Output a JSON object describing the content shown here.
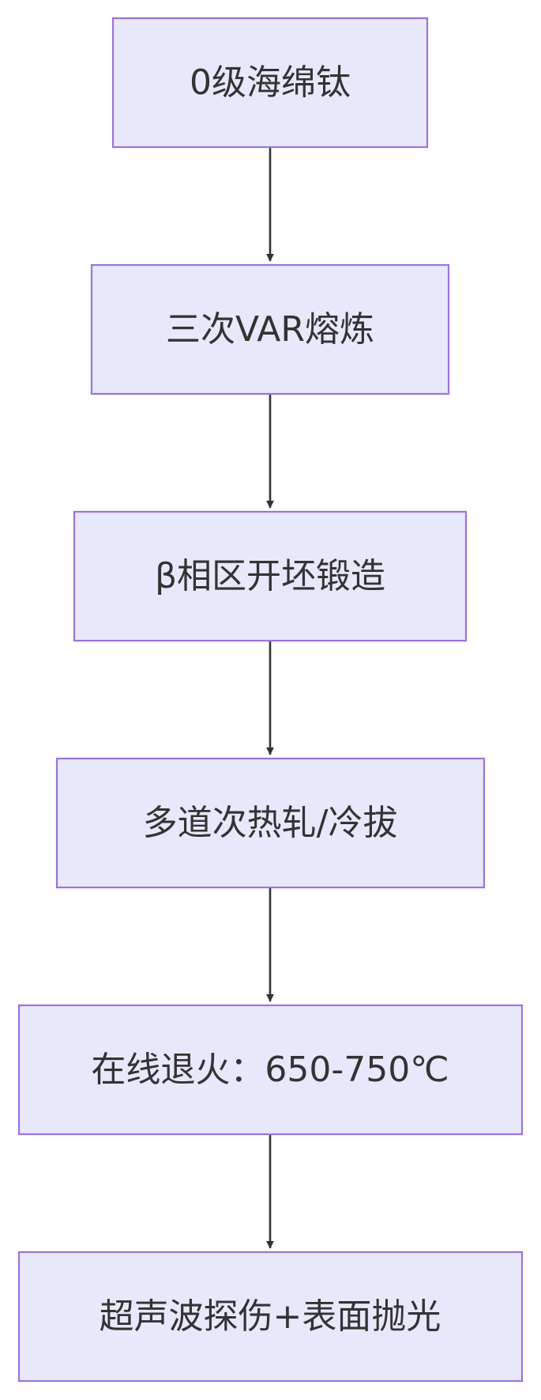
{
  "diagram": {
    "type": "flowchart",
    "direction": "top-down",
    "colors": {
      "node_fill": "#e8e8fb",
      "node_border": "#9c73dc",
      "edge": "#333333",
      "text": "#333333",
      "background": "#ffffff"
    },
    "nodes": [
      {
        "id": "sponge_titanium",
        "label": "0级海绵钛"
      },
      {
        "id": "var_melting",
        "label": "三次VAR熔炼"
      },
      {
        "id": "beta_forging",
        "label": "β相区开坯锻造"
      },
      {
        "id": "hot_rolling_cold_drawing",
        "label": "多道次热轧/冷拔"
      },
      {
        "id": "online_annealing",
        "label": "在线退火：650-750℃"
      },
      {
        "id": "ultrasonic_polishing",
        "label": "超声波探伤+表面抛光"
      }
    ],
    "edges": [
      {
        "from": "sponge_titanium",
        "to": "var_melting"
      },
      {
        "from": "var_melting",
        "to": "beta_forging"
      },
      {
        "from": "beta_forging",
        "to": "hot_rolling_cold_drawing"
      },
      {
        "from": "hot_rolling_cold_drawing",
        "to": "online_annealing"
      },
      {
        "from": "online_annealing",
        "to": "ultrasonic_polishing"
      }
    ]
  }
}
